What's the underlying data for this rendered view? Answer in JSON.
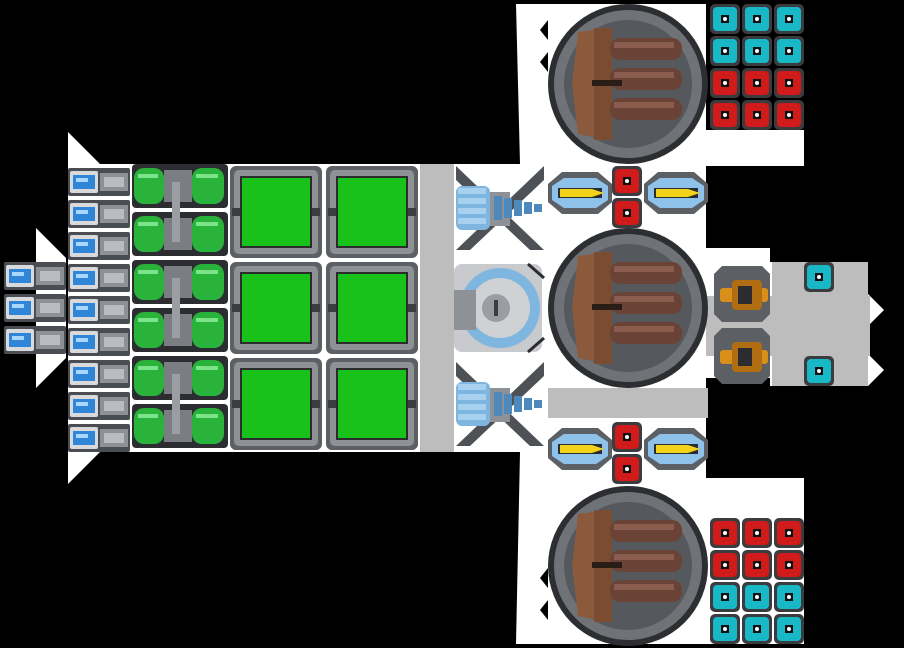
{
  "scene": {
    "title": "",
    "background": "#000000",
    "hull_color": "#ffffff",
    "floor_color": "#bdbdbd",
    "colors": {
      "thruster_blue": "#2f86d6",
      "green_tank": "#29b33a",
      "green_panel": "#19c219",
      "red_block": "#d11a1a",
      "cyan_block": "#19b8c7",
      "turret_brown": "#8b5a3c",
      "cannon_yellow": "#f2d21b",
      "orange_gun": "#d9901a",
      "steel": "#6f7277"
    },
    "modules": [
      {
        "kind": "thruster",
        "icon": "thruster-icon",
        "count": 12
      },
      {
        "kind": "fuel-tank",
        "icon": "tank-icon",
        "count": 6
      },
      {
        "kind": "storage-panel",
        "icon": "panel-icon",
        "count": 6
      },
      {
        "kind": "spiked-engine",
        "icon": "engine-icon",
        "count": 2
      },
      {
        "kind": "command-core",
        "icon": "core-icon",
        "count": 1
      },
      {
        "kind": "turret",
        "icon": "turret-icon",
        "count": 3
      },
      {
        "kind": "yellow-cannon",
        "icon": "cannon-icon",
        "count": 4
      },
      {
        "kind": "orange-gun",
        "icon": "gun-icon",
        "count": 2
      },
      {
        "kind": "red-block",
        "icon": "armor-icon",
        "count": 16
      },
      {
        "kind": "cyan-block",
        "icon": "shield-icon",
        "count": 14
      }
    ]
  }
}
